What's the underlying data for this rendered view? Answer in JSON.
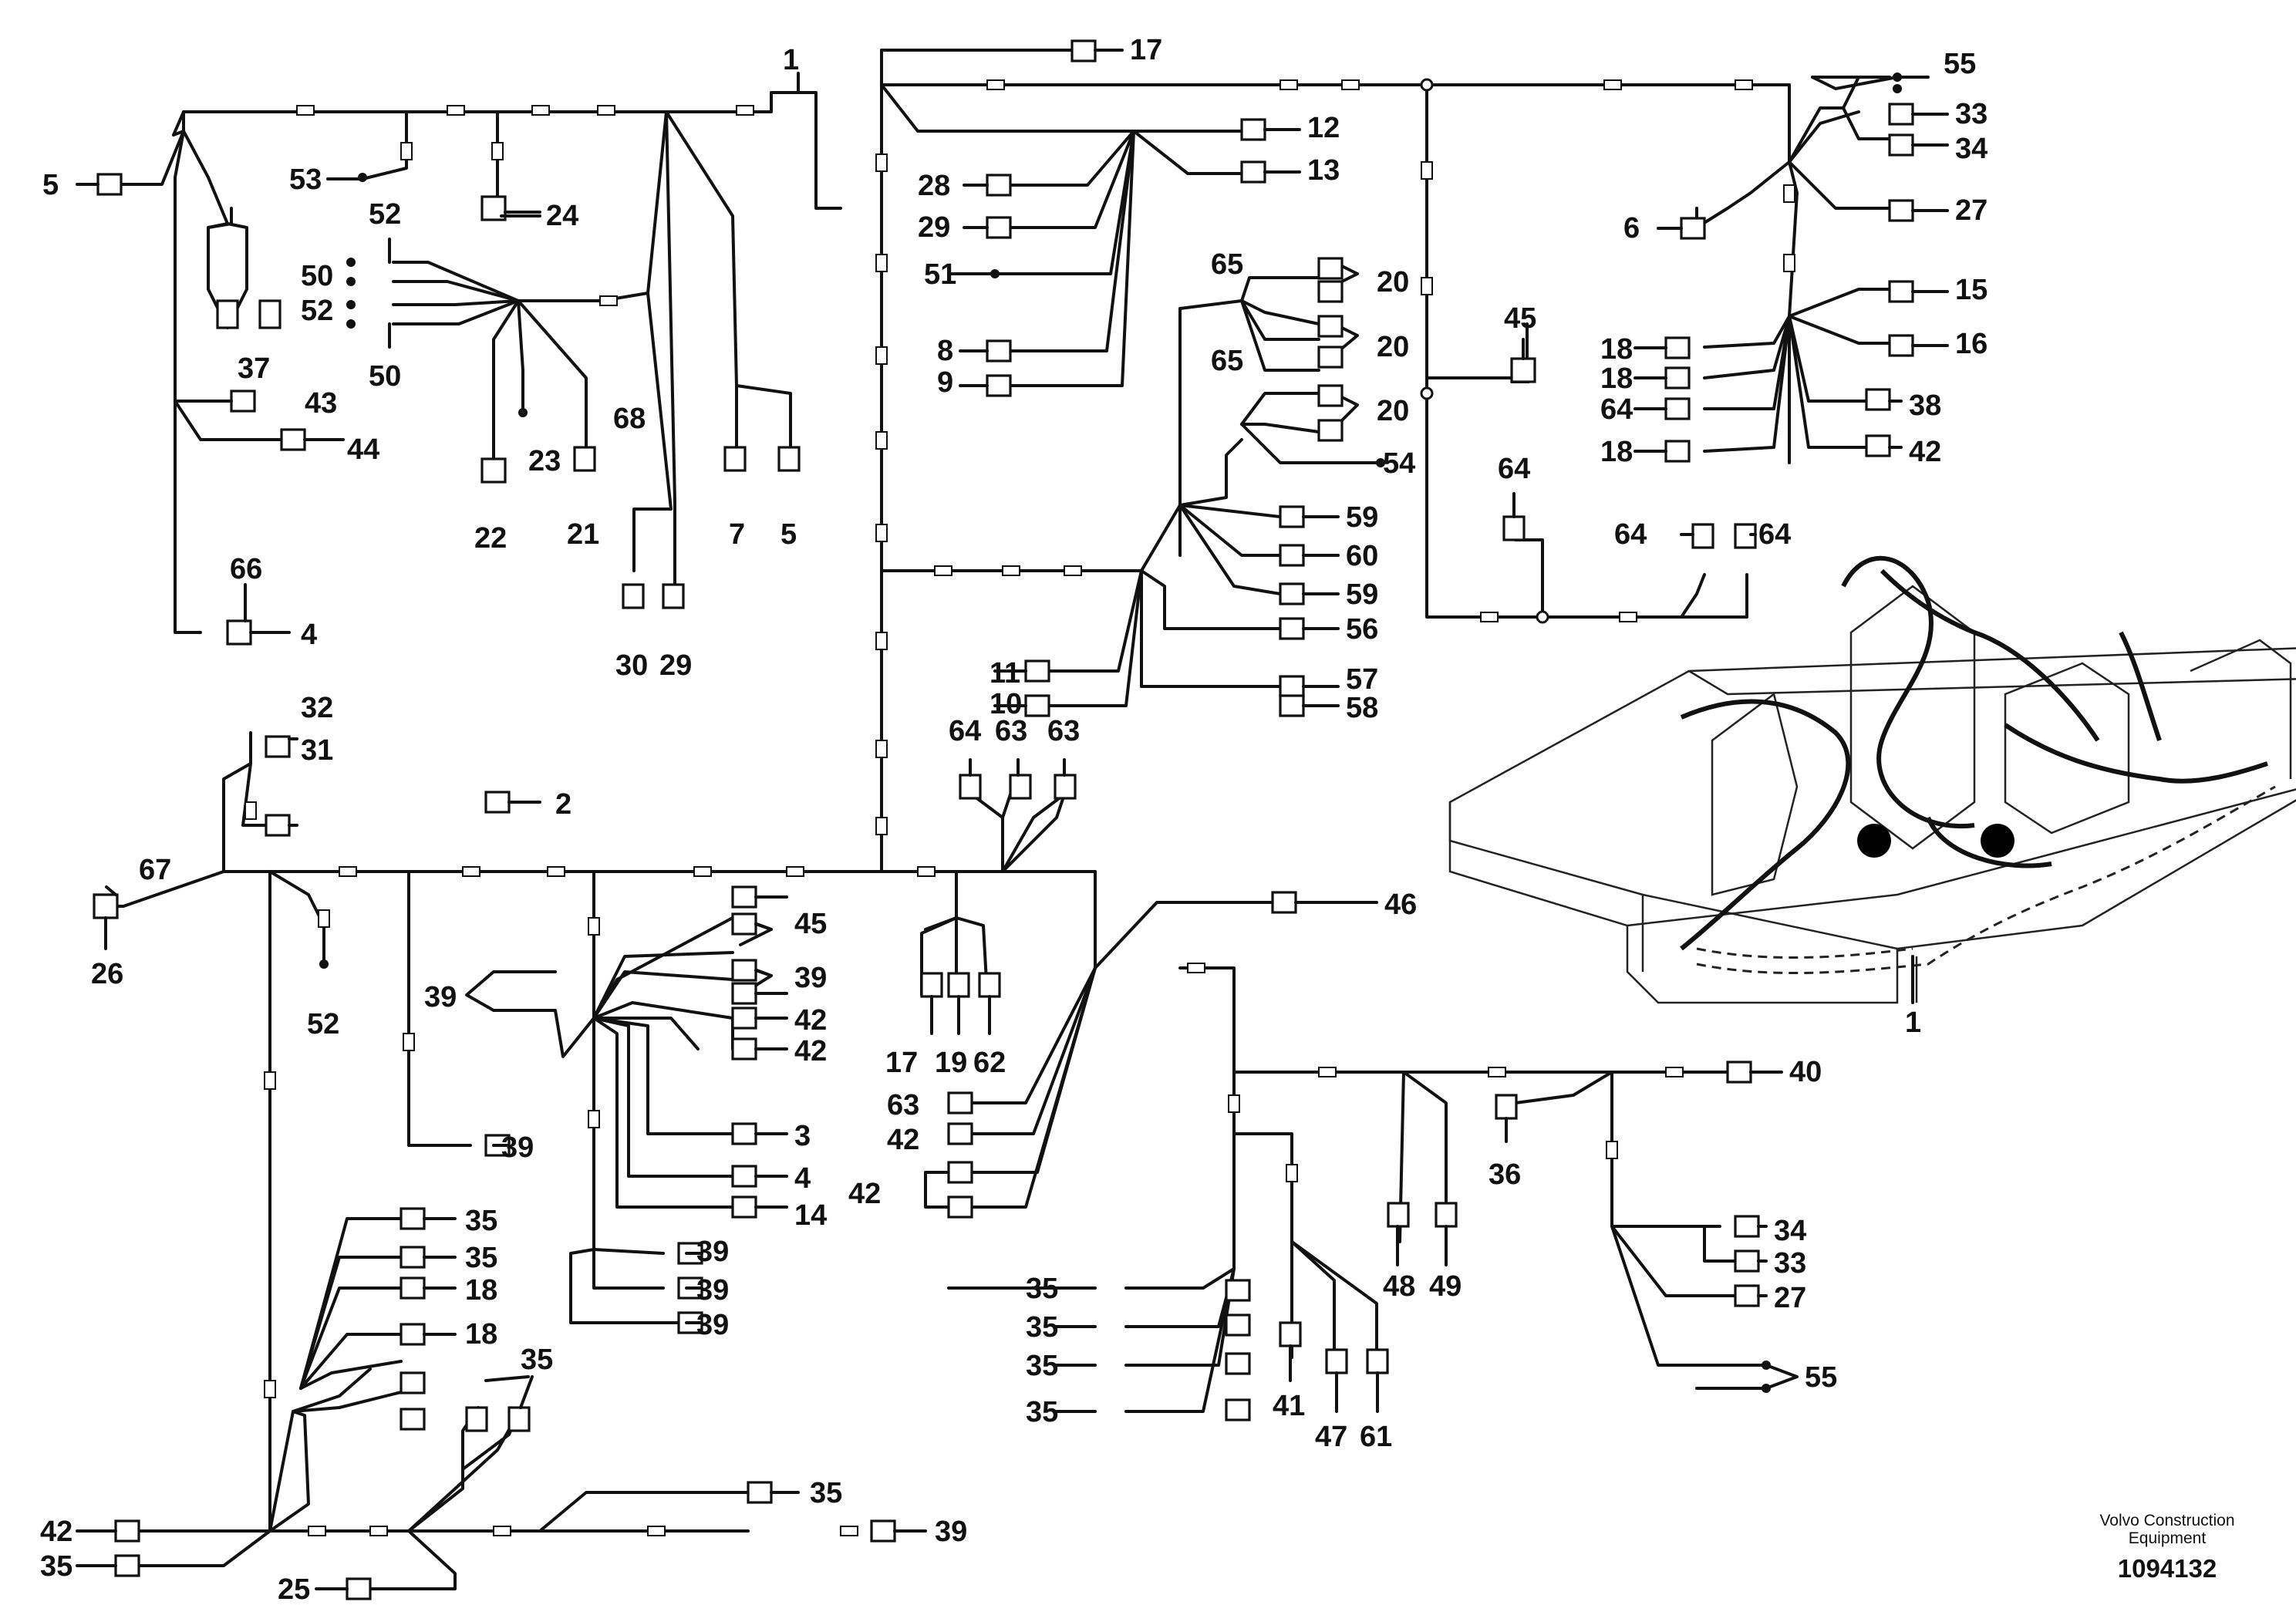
{
  "company": "Volvo Construction Equipment",
  "company_line1": "Volvo Construction",
  "company_line2": "Equipment",
  "drawing_number": "1094132",
  "harness_label": "1",
  "callouts": [
    {
      "n": "1"
    },
    {
      "n": "17"
    },
    {
      "n": "55"
    },
    {
      "n": "33"
    },
    {
      "n": "34"
    },
    {
      "n": "12"
    },
    {
      "n": "13"
    },
    {
      "n": "5"
    },
    {
      "n": "53"
    },
    {
      "n": "24"
    },
    {
      "n": "52"
    },
    {
      "n": "50"
    },
    {
      "n": "52"
    },
    {
      "n": "50"
    },
    {
      "n": "37"
    },
    {
      "n": "43"
    },
    {
      "n": "44"
    },
    {
      "n": "23"
    },
    {
      "n": "68"
    },
    {
      "n": "22"
    },
    {
      "n": "21"
    },
    {
      "n": "7"
    },
    {
      "n": "5"
    },
    {
      "n": "30"
    },
    {
      "n": "29"
    },
    {
      "n": "66"
    },
    {
      "n": "4"
    },
    {
      "n": "28"
    },
    {
      "n": "29"
    },
    {
      "n": "51"
    },
    {
      "n": "8"
    },
    {
      "n": "9"
    },
    {
      "n": "65"
    },
    {
      "n": "20"
    },
    {
      "n": "20"
    },
    {
      "n": "65"
    },
    {
      "n": "20"
    },
    {
      "n": "54"
    },
    {
      "n": "59"
    },
    {
      "n": "60"
    },
    {
      "n": "59"
    },
    {
      "n": "56"
    },
    {
      "n": "57"
    },
    {
      "n": "58"
    },
    {
      "n": "11"
    },
    {
      "n": "10"
    },
    {
      "n": "64"
    },
    {
      "n": "63"
    },
    {
      "n": "63"
    },
    {
      "n": "45"
    },
    {
      "n": "64"
    },
    {
      "n": "64"
    },
    {
      "n": "64"
    },
    {
      "n": "6"
    },
    {
      "n": "27"
    },
    {
      "n": "15"
    },
    {
      "n": "16"
    },
    {
      "n": "18"
    },
    {
      "n": "18"
    },
    {
      "n": "64"
    },
    {
      "n": "18"
    },
    {
      "n": "38"
    },
    {
      "n": "42"
    },
    {
      "n": "32"
    },
    {
      "n": "31"
    },
    {
      "n": "2"
    },
    {
      "n": "67"
    },
    {
      "n": "26"
    },
    {
      "n": "52"
    },
    {
      "n": "45"
    },
    {
      "n": "39"
    },
    {
      "n": "39"
    },
    {
      "n": "42"
    },
    {
      "n": "42"
    },
    {
      "n": "3"
    },
    {
      "n": "4"
    },
    {
      "n": "14"
    },
    {
      "n": "39"
    },
    {
      "n": "17"
    },
    {
      "n": "19"
    },
    {
      "n": "62"
    },
    {
      "n": "63"
    },
    {
      "n": "42"
    },
    {
      "n": "42"
    },
    {
      "n": "46"
    },
    {
      "n": "40"
    },
    {
      "n": "36"
    },
    {
      "n": "48"
    },
    {
      "n": "49"
    },
    {
      "n": "34"
    },
    {
      "n": "33"
    },
    {
      "n": "27"
    },
    {
      "n": "55"
    },
    {
      "n": "35"
    },
    {
      "n": "35"
    },
    {
      "n": "35"
    },
    {
      "n": "35"
    },
    {
      "n": "41"
    },
    {
      "n": "47"
    },
    {
      "n": "61"
    },
    {
      "n": "35"
    },
    {
      "n": "35"
    },
    {
      "n": "18"
    },
    {
      "n": "18"
    },
    {
      "n": "35"
    },
    {
      "n": "39"
    },
    {
      "n": "39"
    },
    {
      "n": "39"
    },
    {
      "n": "42"
    },
    {
      "n": "35"
    },
    {
      "n": "25"
    },
    {
      "n": "35"
    },
    {
      "n": "39"
    }
  ]
}
